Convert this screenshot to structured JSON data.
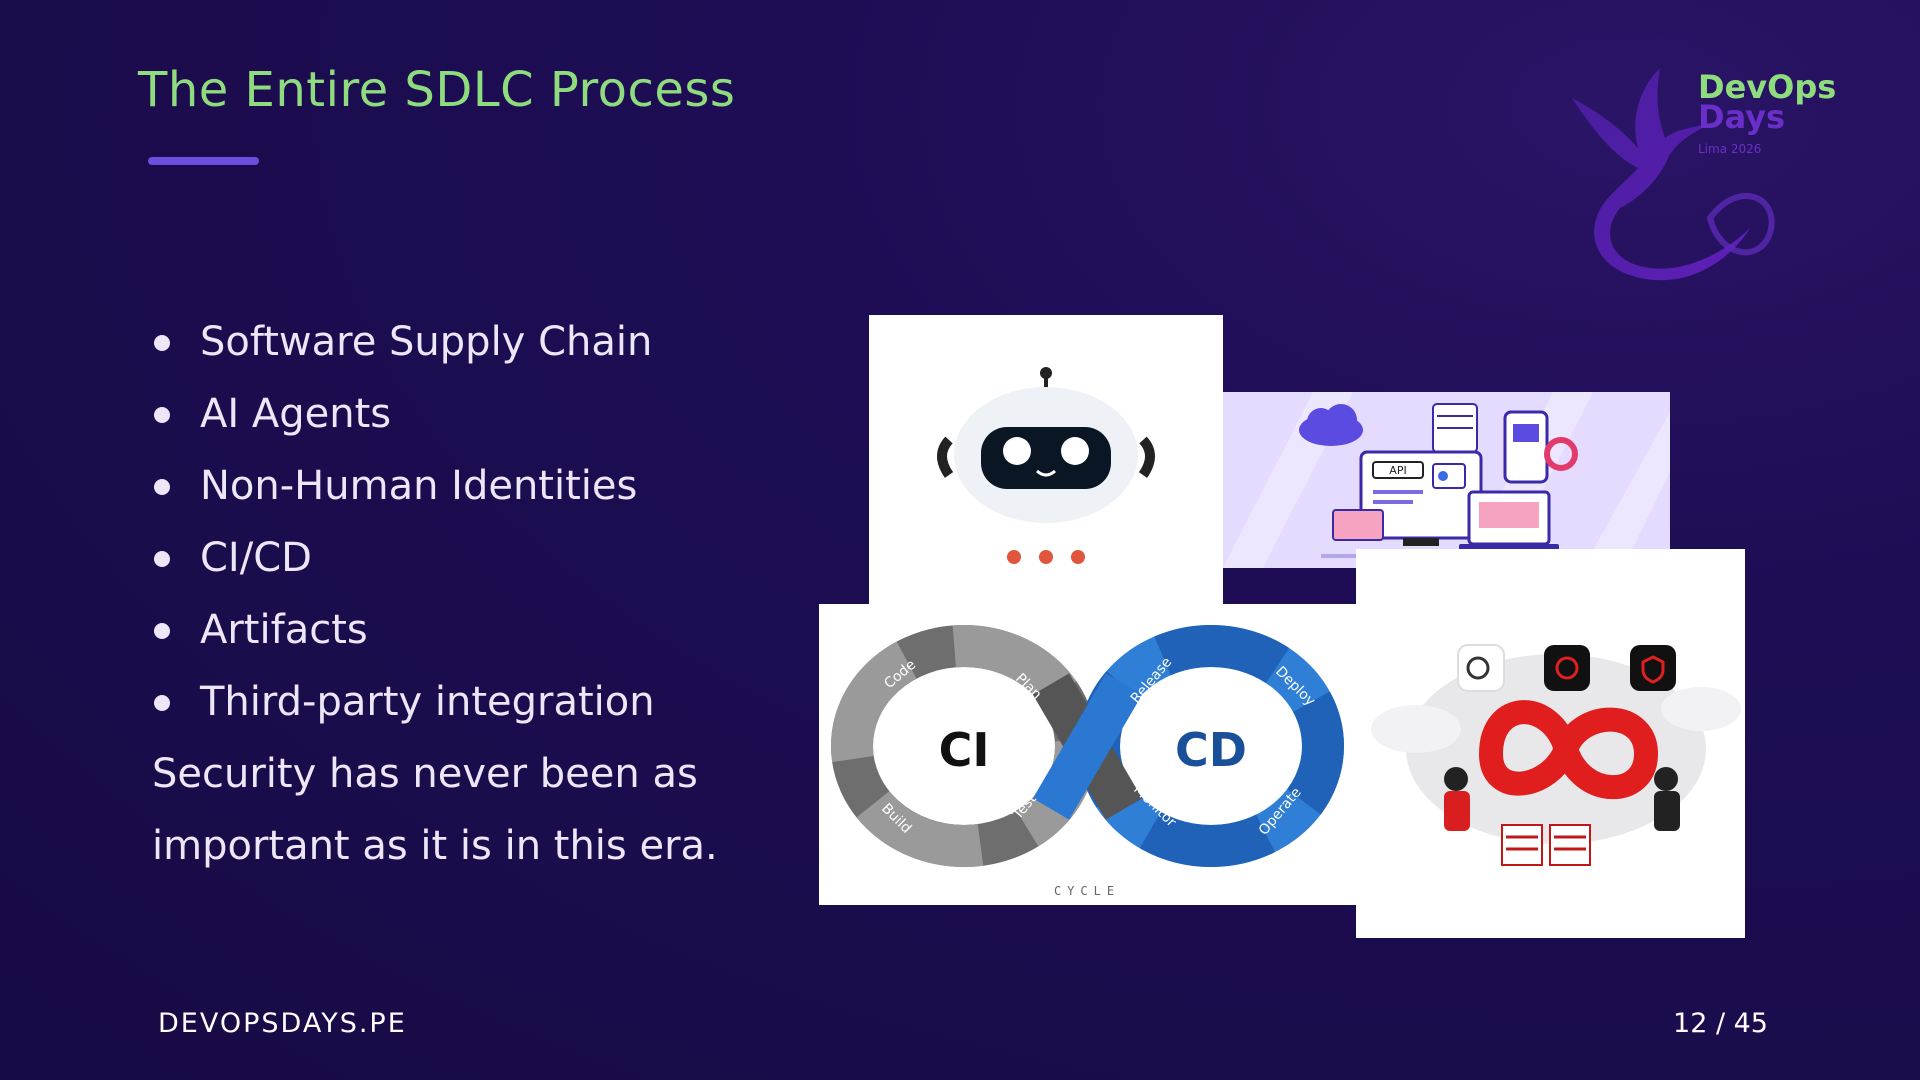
{
  "slide": {
    "title": "The Entire SDLC Process",
    "bullets": [
      "Software Supply Chain",
      "AI Agents",
      "Non-Human Identities",
      "CI/CD",
      "Artifacts",
      "Third-party integration"
    ],
    "paragraph": "Security has never been as important as it is in this era."
  },
  "logo": {
    "line1": "DevOps",
    "line2": "Days",
    "line3": "Lima 2026"
  },
  "images": {
    "cloud_api_label": "API",
    "cicd_ci": "CI",
    "cicd_cd": "CD",
    "cicd_stages": [
      "Code",
      "Plan",
      "Build",
      "Test",
      "Release",
      "Deploy",
      "Monitor",
      "Operate"
    ],
    "cicd_caption": "CYCLE"
  },
  "footer": {
    "site": "DEVOPSDAYS.PE",
    "page": "12 / 45"
  },
  "colors": {
    "background": "#1b0c4c",
    "title": "#8fdc7e",
    "accent": "#6a4fe0"
  }
}
